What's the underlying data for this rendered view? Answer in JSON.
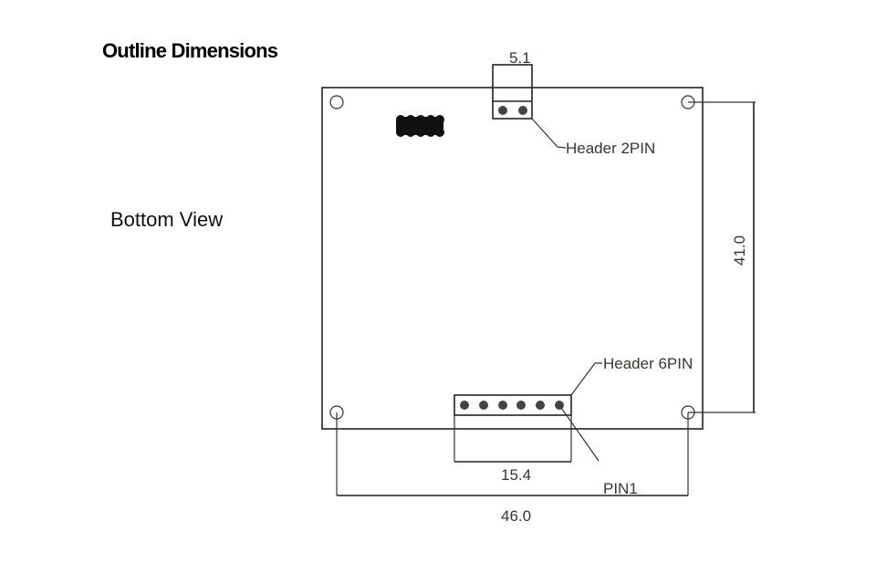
{
  "title": "Outline Dimensions",
  "view_label": "Bottom View",
  "labels": {
    "header_2pin": "Header 2PIN",
    "header_6pin": "Header 6PIN",
    "pin1": "PIN1"
  },
  "dimensions": {
    "header_2pin_width": "5.1",
    "header_6pin_width": "15.4",
    "hole_spacing_horizontal": "46.0",
    "hole_spacing_vertical": "41.0"
  }
}
